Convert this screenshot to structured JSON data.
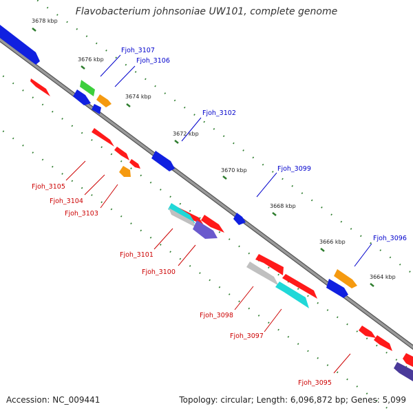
{
  "title": "Flavobacterium johnsoniae UW101, complete genome",
  "footer": {
    "accession": "Accession: NC_009441",
    "summary": "Topology: circular; Length: 6,096,872 bp; Genes: 5,099"
  },
  "colors": {
    "backbone": "#8c8c8c",
    "tick": "#2e7d2e",
    "forward_label": "#0000cc",
    "reverse_label": "#cc0000",
    "red": "#ff1a1a",
    "blue": "#1020e0",
    "green": "#3ccf3c",
    "orange": "#f59a10",
    "cyan": "#20d8d8",
    "gray": "#c0c0c0",
    "purple": "#6a5acd",
    "darkpurple": "#4a3a9a"
  },
  "ticks": [
    "3678 kbp",
    "3676 kbp",
    "3674 kbp",
    "3672 kbp",
    "3670 kbp",
    "3668 kbp",
    "3666 kbp",
    "3664 kbp"
  ],
  "gene_labels": {
    "forward": [
      "Fjoh_3107",
      "Fjoh_3106",
      "Fjoh_3102",
      "Fjoh_3099",
      "Fjoh_3096"
    ],
    "reverse": [
      "Fjoh_3105",
      "Fjoh_3104",
      "Fjoh_3103",
      "Fjoh_3101",
      "Fjoh_3100",
      "Fjoh_3098",
      "Fjoh_3097",
      "Fjoh_3095"
    ]
  }
}
